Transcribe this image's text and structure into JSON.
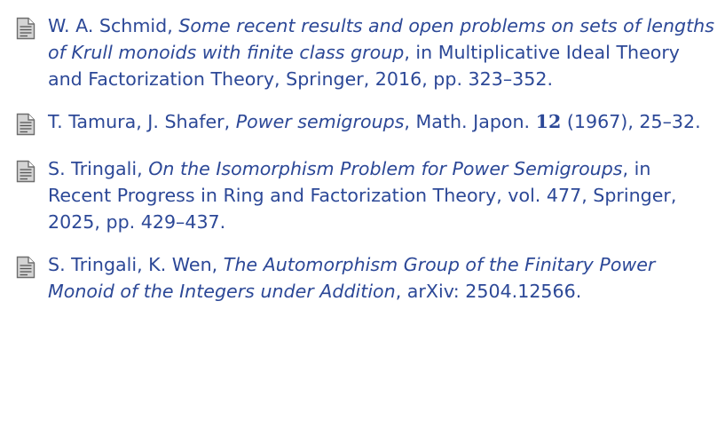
{
  "references": [
    {
      "icon": "document-icon",
      "authors": "W. A. Schmid",
      "title": "Some recent results and open problems on sets of lengths of Krull monoids with finite class group",
      "rest": ", in Multiplicative Ideal Theory and Factorization Theory, Springer, 2016, pp. 323–352."
    },
    {
      "icon": "document-icon",
      "authors": "T. Tamura, J. Shafer",
      "title": "Power semigroups",
      "rest_before_volume": ", Math. Japon. ",
      "volume": "12",
      "rest_after_volume": " (1967), 25–32."
    },
    {
      "icon": "document-icon",
      "authors": "S. Tringali",
      "title": "On the Isomorphism Problem for Power Semigroups",
      "rest": ", in Recent Progress in Ring and Factorization Theory, vol. 477, Springer, 2025, pp. 429–437."
    },
    {
      "icon": "document-icon",
      "authors": "S. Tringali, K. Wen",
      "title": "The Automorphism Group of the Finitary Power Monoid of the Integers under Addition",
      "rest": ", arXiv: 2504.12566."
    }
  ],
  "colors": {
    "text": "#2c4897",
    "icon_fill": "#c9c9c9",
    "icon_stroke": "#6d6d6d"
  }
}
